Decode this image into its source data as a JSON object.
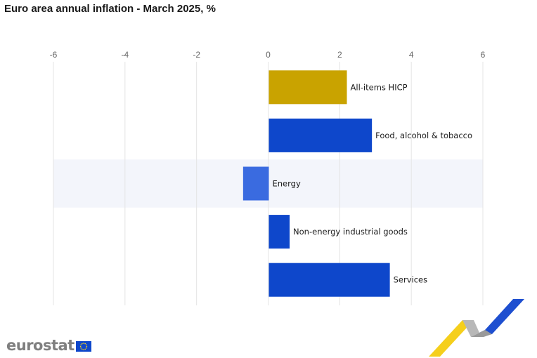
{
  "title": "Euro area annual inflation - March 2025, %",
  "logo": {
    "text": "eurostat",
    "flag_icon": "eu-flag-icon"
  },
  "colors": {
    "highlight": "#c9a300",
    "primary": "#0e47cb",
    "negative": "#3a6be0",
    "band": "#f3f5fb",
    "grid": "#e4e4e4"
  },
  "chart_data": {
    "type": "bar",
    "orientation": "horizontal",
    "title": "Euro area annual inflation - March 2025, %",
    "categories": [
      "All-items HICP",
      "Food, alcohol & tobacco",
      "Energy",
      "Non-energy industrial goods",
      "Services"
    ],
    "values": [
      2.2,
      2.9,
      -0.7,
      0.6,
      3.4
    ],
    "xlim": [
      -6,
      6
    ],
    "xticks": [
      -6,
      -4,
      -2,
      0,
      2,
      4,
      6
    ],
    "x_axis_position": "top",
    "grid": true,
    "highlighted_row": "Energy",
    "bar_colors": [
      "#c9a300",
      "#0e47cb",
      "#3a6be0",
      "#0e47cb",
      "#0e47cb"
    ]
  }
}
